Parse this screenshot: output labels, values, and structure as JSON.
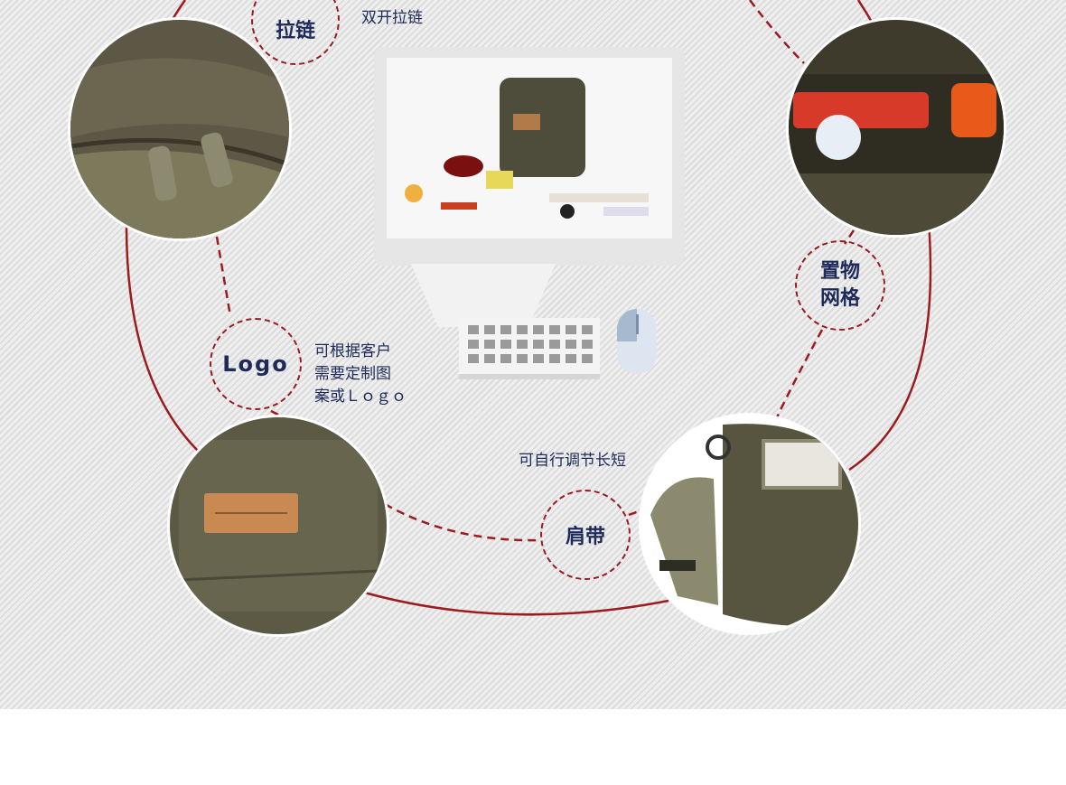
{
  "features": {
    "zipper": {
      "label": "拉链",
      "caption": "双开拉链"
    },
    "mesh": {
      "label_line1": "置物",
      "label_line2": "网格"
    },
    "logo": {
      "label": "Logo",
      "caption_line1": "可根据客户",
      "caption_line2": "需要定制图",
      "caption_line3": "案或Ｌｏｇｏ"
    },
    "strap": {
      "label": "肩带",
      "caption": "可自行调节长短"
    }
  },
  "colors": {
    "accent": "#9b1b1f",
    "text": "#1d2a5a",
    "bag": "#5f5c46"
  },
  "photos": {
    "zipper_photo": "zipper-closeup",
    "mesh_photo": "mesh-pocket-closeup",
    "logo_photo": "leather-logo-patch",
    "strap_photo": "shoulder-strap-closeup",
    "monitor_photo": "emergency-kit-contents"
  }
}
